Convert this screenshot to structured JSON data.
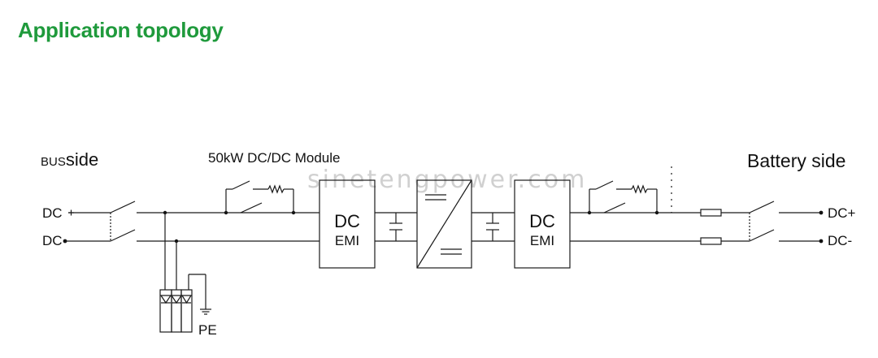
{
  "page": {
    "title": "Application topology",
    "title_color": "#1f9a3c",
    "watermark": "sinetengpower.com"
  },
  "diagram": {
    "bus_side_prefix": "BUS",
    "bus_side_suffix": "side",
    "module_label": "50kW DC/DC Module",
    "battery_side": "Battery side",
    "left_dc_plus": "DC",
    "left_dc_minus": "DC",
    "right_dc_plus": "DC+",
    "right_dc_minus": "DC-",
    "emi_left_top": "DC",
    "emi_left_bottom": "EMI",
    "emi_right_top": "DC",
    "emi_right_bottom": "EMI",
    "pe_label": "PE"
  }
}
